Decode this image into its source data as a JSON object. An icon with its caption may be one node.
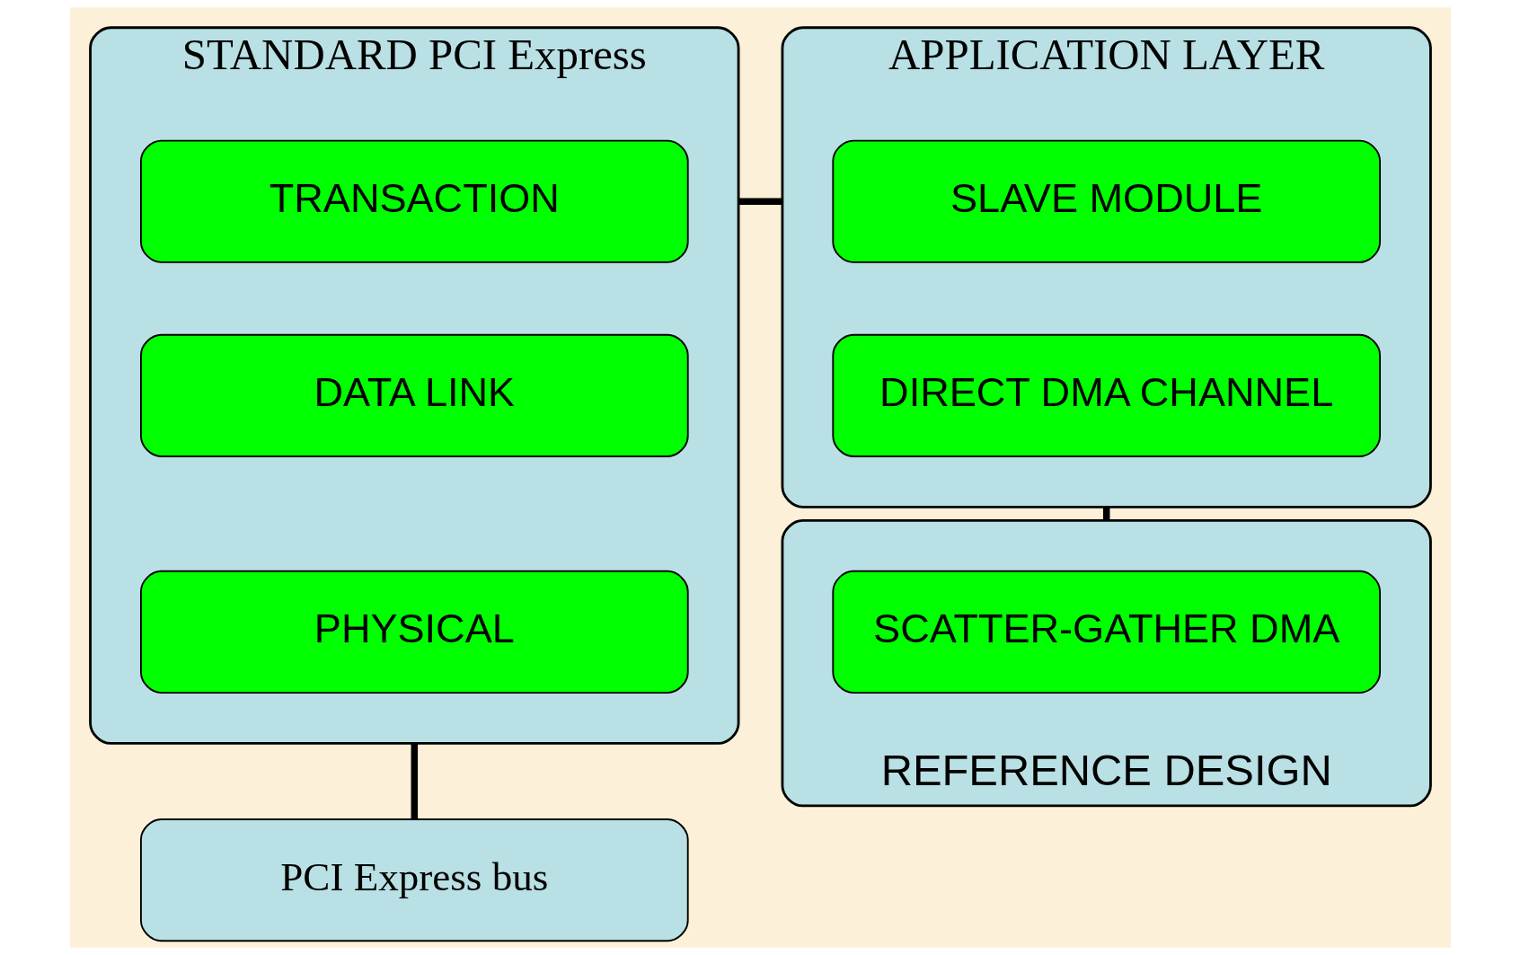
{
  "diagram": {
    "nodes": [
      {
        "text": [
          "STANDARD PCI Express"
        ]
      },
      {
        "text": [
          "TRANSACTION"
        ],
        "in": 0
      },
      {
        "text": [
          "DATA LINK"
        ],
        "in": 0
      },
      {
        "text": [
          "PHYSICAL"
        ],
        "in": 0
      },
      {
        "text": [
          "APPLICATION LAYER"
        ]
      },
      {
        "text": [
          "SLAVE MODULE"
        ],
        "in": 4
      },
      {
        "text": [
          "DIRECT DMA CHANNEL"
        ],
        "in": 4
      },
      {
        "text": [
          "PCI Express bus"
        ]
      },
      {
        "text": [
          "REFERENCE DESIGN"
        ]
      },
      {
        "text": [
          "SCATTER-GATHER DMA"
        ],
        "in": 8
      }
    ],
    "edges": [
      {
        "from": 0,
        "to": 4,
        "arrow": "none"
      },
      {
        "from": 0,
        "to": 7,
        "arrow": "none"
      },
      {
        "from": 4,
        "to": 8,
        "arrow": "none"
      }
    ]
  }
}
